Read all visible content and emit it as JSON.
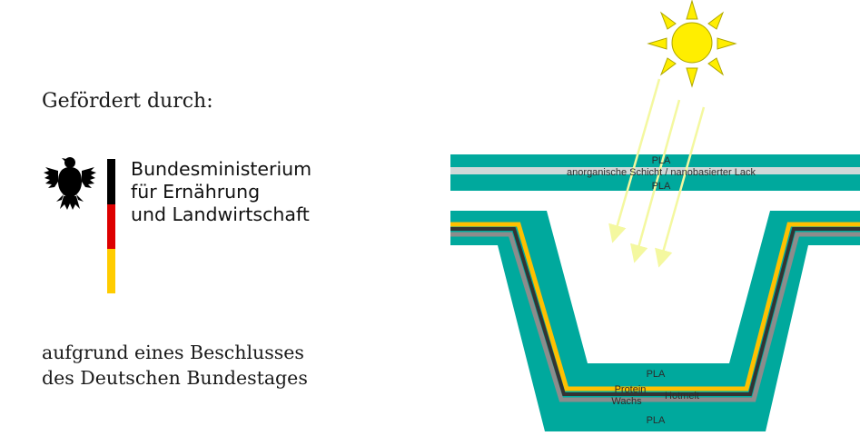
{
  "funding": {
    "title": "Gefördert durch:",
    "ministry_lines": [
      "Bundesministerium",
      "für Ernährung",
      "und Landwirtschaft"
    ],
    "resolution_lines": [
      "aufgrund eines Beschlusses",
      "des Deutschen Bundestages"
    ],
    "flag_colors": [
      "#000000",
      "#dd0000",
      "#ffcc00"
    ]
  },
  "diagram": {
    "lid_layers": {
      "top": "PLA",
      "middle": "anorganische  Schicht / nanobasierter Lack",
      "bottom": "PLA"
    },
    "tray_layers": {
      "inner": "PLA",
      "protein": "Protein",
      "wax": "Wachs",
      "hotmelt": "Hotmelt",
      "outer": "PLA"
    },
    "colors": {
      "pla": "#00a99d",
      "inorganic_layer": "#cfd8d8",
      "protein": "#ffc000",
      "hotmelt": "#333333",
      "wax": "#8c8c8c",
      "sun": "#ffee00",
      "light_rays": "#f4f8a0"
    },
    "icons": [
      "sun-icon",
      "light-ray-arrow"
    ]
  }
}
